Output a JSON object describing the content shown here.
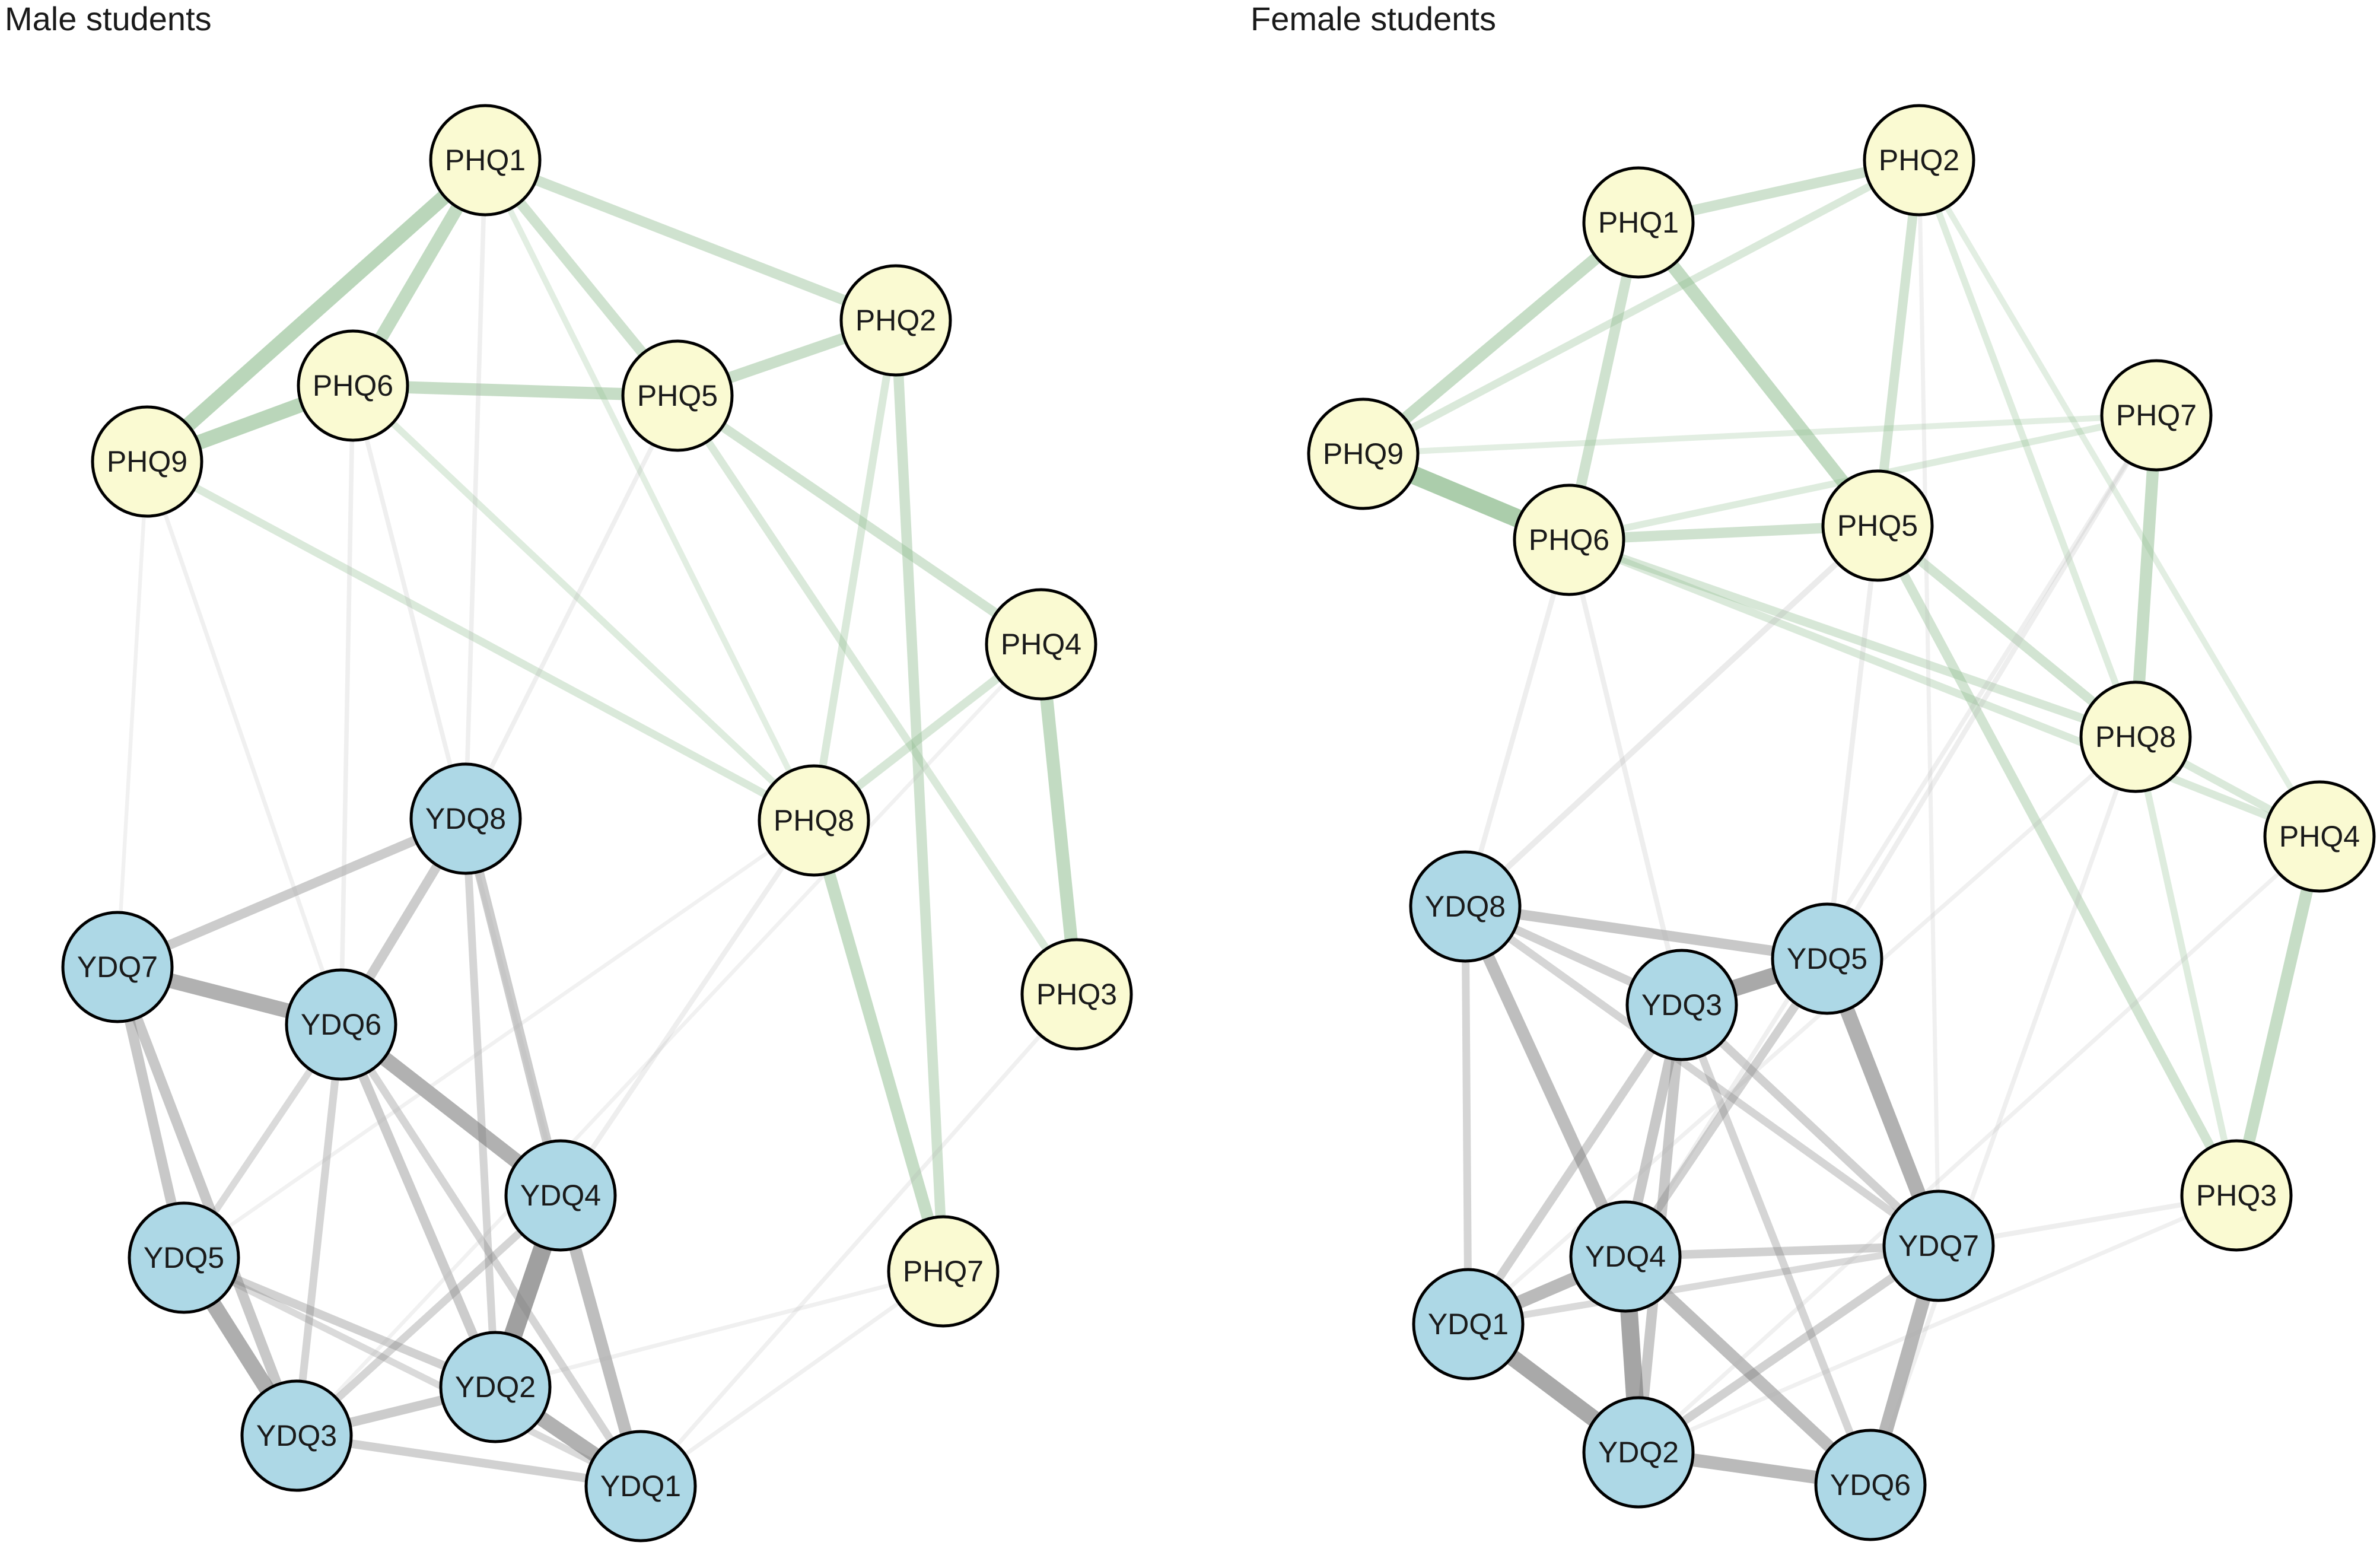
{
  "panels": [
    {
      "id": "male",
      "title": "Male students",
      "nodes": [
        {
          "id": "PHQ1",
          "label": "PHQ1",
          "group": "PHQ"
        },
        {
          "id": "PHQ2",
          "label": "PHQ2",
          "group": "PHQ"
        },
        {
          "id": "PHQ3",
          "label": "PHQ3",
          "group": "PHQ"
        },
        {
          "id": "PHQ4",
          "label": "PHQ4",
          "group": "PHQ"
        },
        {
          "id": "PHQ5",
          "label": "PHQ5",
          "group": "PHQ"
        },
        {
          "id": "PHQ6",
          "label": "PHQ6",
          "group": "PHQ"
        },
        {
          "id": "PHQ7",
          "label": "PHQ7",
          "group": "PHQ"
        },
        {
          "id": "PHQ8",
          "label": "PHQ8",
          "group": "PHQ"
        },
        {
          "id": "PHQ9",
          "label": "PHQ9",
          "group": "PHQ"
        },
        {
          "id": "YDQ1",
          "label": "YDQ1",
          "group": "YDQ"
        },
        {
          "id": "YDQ2",
          "label": "YDQ2",
          "group": "YDQ"
        },
        {
          "id": "YDQ3",
          "label": "YDQ3",
          "group": "YDQ"
        },
        {
          "id": "YDQ4",
          "label": "YDQ4",
          "group": "YDQ"
        },
        {
          "id": "YDQ5",
          "label": "YDQ5",
          "group": "YDQ"
        },
        {
          "id": "YDQ6",
          "label": "YDQ6",
          "group": "YDQ"
        },
        {
          "id": "YDQ7",
          "label": "YDQ7",
          "group": "YDQ"
        },
        {
          "id": "YDQ8",
          "label": "YDQ8",
          "group": "YDQ"
        }
      ],
      "edges": [
        {
          "source": "PHQ1",
          "target": "PHQ9",
          "weight": 0.7
        },
        {
          "source": "PHQ1",
          "target": "PHQ6",
          "weight": 0.6
        },
        {
          "source": "PHQ1",
          "target": "PHQ5",
          "weight": 0.45
        },
        {
          "source": "PHQ1",
          "target": "PHQ2",
          "weight": 0.45
        },
        {
          "source": "PHQ6",
          "target": "PHQ9",
          "weight": 0.7
        },
        {
          "source": "PHQ6",
          "target": "PHQ5",
          "weight": 0.55
        },
        {
          "source": "PHQ5",
          "target": "PHQ2",
          "weight": 0.5
        },
        {
          "source": "PHQ5",
          "target": "PHQ4",
          "weight": 0.4
        },
        {
          "source": "PHQ5",
          "target": "PHQ3",
          "weight": 0.3
        },
        {
          "source": "PHQ2",
          "target": "PHQ7",
          "weight": 0.45
        },
        {
          "source": "PHQ2",
          "target": "PHQ8",
          "weight": 0.3
        },
        {
          "source": "PHQ4",
          "target": "PHQ3",
          "weight": 0.6
        },
        {
          "source": "PHQ4",
          "target": "PHQ8",
          "weight": 0.35
        },
        {
          "source": "PHQ8",
          "target": "PHQ7",
          "weight": 0.55
        },
        {
          "source": "PHQ9",
          "target": "PHQ8",
          "weight": 0.3
        },
        {
          "source": "PHQ6",
          "target": "PHQ8",
          "weight": 0.25
        },
        {
          "source": "PHQ1",
          "target": "PHQ8",
          "weight": 0.2
        },
        {
          "source": "YDQ7",
          "target": "YDQ6",
          "weight": 0.7
        },
        {
          "source": "YDQ7",
          "target": "YDQ5",
          "weight": 0.45
        },
        {
          "source": "YDQ7",
          "target": "YDQ3",
          "weight": 0.45
        },
        {
          "source": "YDQ7",
          "target": "YDQ8",
          "weight": 0.4
        },
        {
          "source": "YDQ6",
          "target": "YDQ4",
          "weight": 0.7
        },
        {
          "source": "YDQ6",
          "target": "YDQ8",
          "weight": 0.4
        },
        {
          "source": "YDQ6",
          "target": "YDQ2",
          "weight": 0.4
        },
        {
          "source": "YDQ6",
          "target": "YDQ3",
          "weight": 0.3
        },
        {
          "source": "YDQ6",
          "target": "YDQ1",
          "weight": 0.3
        },
        {
          "source": "YDQ6",
          "target": "YDQ5",
          "weight": 0.25
        },
        {
          "source": "YDQ8",
          "target": "YDQ4",
          "weight": 0.4
        },
        {
          "source": "YDQ8",
          "target": "YDQ2",
          "weight": 0.3
        },
        {
          "source": "YDQ4",
          "target": "YDQ2",
          "weight": 0.9
        },
        {
          "source": "YDQ4",
          "target": "YDQ1",
          "weight": 0.55
        },
        {
          "source": "YDQ4",
          "target": "YDQ3",
          "weight": 0.3
        },
        {
          "source": "YDQ5",
          "target": "YDQ3",
          "weight": 0.75
        },
        {
          "source": "YDQ5",
          "target": "YDQ2",
          "weight": 0.35
        },
        {
          "source": "YDQ5",
          "target": "YDQ1",
          "weight": 0.25
        },
        {
          "source": "YDQ2",
          "target": "YDQ1",
          "weight": 0.7
        },
        {
          "source": "YDQ2",
          "target": "YDQ3",
          "weight": 0.4
        },
        {
          "source": "YDQ3",
          "target": "YDQ1",
          "weight": 0.35
        },
        {
          "source": "YDQ8",
          "target": "PHQ1",
          "weight": 0.12
        },
        {
          "source": "YDQ8",
          "target": "PHQ5",
          "weight": 0.12
        },
        {
          "source": "YDQ6",
          "target": "PHQ9",
          "weight": 0.1
        },
        {
          "source": "YDQ6",
          "target": "PHQ6",
          "weight": 0.12
        },
        {
          "source": "YDQ4",
          "target": "PHQ8",
          "weight": 0.15
        },
        {
          "source": "YDQ4",
          "target": "PHQ6",
          "weight": 0.12
        },
        {
          "source": "YDQ1",
          "target": "PHQ3",
          "weight": 0.1
        },
        {
          "source": "YDQ1",
          "target": "PHQ7",
          "weight": 0.1
        },
        {
          "source": "YDQ2",
          "target": "PHQ7",
          "weight": 0.1
        },
        {
          "source": "YDQ7",
          "target": "PHQ9",
          "weight": 0.08
        },
        {
          "source": "YDQ5",
          "target": "PHQ8",
          "weight": 0.08
        },
        {
          "source": "YDQ3",
          "target": "PHQ4",
          "weight": 0.08
        }
      ]
    },
    {
      "id": "female",
      "title": "Female students",
      "nodes": [
        {
          "id": "PHQ1",
          "label": "PHQ1",
          "group": "PHQ"
        },
        {
          "id": "PHQ2",
          "label": "PHQ2",
          "group": "PHQ"
        },
        {
          "id": "PHQ3",
          "label": "PHQ3",
          "group": "PHQ"
        },
        {
          "id": "PHQ4",
          "label": "PHQ4",
          "group": "PHQ"
        },
        {
          "id": "PHQ5",
          "label": "PHQ5",
          "group": "PHQ"
        },
        {
          "id": "PHQ6",
          "label": "PHQ6",
          "group": "PHQ"
        },
        {
          "id": "PHQ7",
          "label": "PHQ7",
          "group": "PHQ"
        },
        {
          "id": "PHQ8",
          "label": "PHQ8",
          "group": "PHQ"
        },
        {
          "id": "PHQ9",
          "label": "PHQ9",
          "group": "PHQ"
        },
        {
          "id": "YDQ1",
          "label": "YDQ1",
          "group": "YDQ"
        },
        {
          "id": "YDQ2",
          "label": "YDQ2",
          "group": "YDQ"
        },
        {
          "id": "YDQ3",
          "label": "YDQ3",
          "group": "YDQ"
        },
        {
          "id": "YDQ4",
          "label": "YDQ4",
          "group": "YDQ"
        },
        {
          "id": "YDQ5",
          "label": "YDQ5",
          "group": "YDQ"
        },
        {
          "id": "YDQ6",
          "label": "YDQ6",
          "group": "YDQ"
        },
        {
          "id": "YDQ7",
          "label": "YDQ7",
          "group": "YDQ"
        },
        {
          "id": "YDQ8",
          "label": "YDQ8",
          "group": "YDQ"
        }
      ],
      "edges": [
        {
          "source": "PHQ9",
          "target": "PHQ6",
          "weight": 0.9
        },
        {
          "source": "PHQ9",
          "target": "PHQ1",
          "weight": 0.55
        },
        {
          "source": "PHQ1",
          "target": "PHQ5",
          "weight": 0.6
        },
        {
          "source": "PHQ1",
          "target": "PHQ2",
          "weight": 0.45
        },
        {
          "source": "PHQ1",
          "target": "PHQ6",
          "weight": 0.45
        },
        {
          "source": "PHQ6",
          "target": "PHQ5",
          "weight": 0.45
        },
        {
          "source": "PHQ2",
          "target": "PHQ5",
          "weight": 0.4
        },
        {
          "source": "PHQ2",
          "target": "PHQ9",
          "weight": 0.3
        },
        {
          "source": "PHQ2",
          "target": "PHQ8",
          "weight": 0.25
        },
        {
          "source": "PHQ2",
          "target": "PHQ4",
          "weight": 0.2
        },
        {
          "source": "PHQ7",
          "target": "PHQ8",
          "weight": 0.55
        },
        {
          "source": "PHQ7",
          "target": "PHQ6",
          "weight": 0.25
        },
        {
          "source": "PHQ7",
          "target": "PHQ9",
          "weight": 0.2
        },
        {
          "source": "PHQ5",
          "target": "PHQ8",
          "weight": 0.4
        },
        {
          "source": "PHQ5",
          "target": "PHQ3",
          "weight": 0.4
        },
        {
          "source": "PHQ6",
          "target": "PHQ8",
          "weight": 0.35
        },
        {
          "source": "PHQ6",
          "target": "PHQ4",
          "weight": 0.3
        },
        {
          "source": "PHQ8",
          "target": "PHQ4",
          "weight": 0.3
        },
        {
          "source": "PHQ8",
          "target": "PHQ3",
          "weight": 0.25
        },
        {
          "source": "PHQ4",
          "target": "PHQ3",
          "weight": 0.55
        },
        {
          "source": "YDQ3",
          "target": "YDQ5",
          "weight": 0.8
        },
        {
          "source": "YDQ8",
          "target": "YDQ5",
          "weight": 0.45
        },
        {
          "source": "YDQ8",
          "target": "YDQ3",
          "weight": 0.35
        },
        {
          "source": "YDQ8",
          "target": "YDQ4",
          "weight": 0.55
        },
        {
          "source": "YDQ8",
          "target": "YDQ1",
          "weight": 0.3
        },
        {
          "source": "YDQ8",
          "target": "YDQ7",
          "weight": 0.3
        },
        {
          "source": "YDQ5",
          "target": "YDQ7",
          "weight": 0.7
        },
        {
          "source": "YDQ5",
          "target": "YDQ4",
          "weight": 0.35
        },
        {
          "source": "YDQ3",
          "target": "YDQ4",
          "weight": 0.45
        },
        {
          "source": "YDQ3",
          "target": "YDQ2",
          "weight": 0.45
        },
        {
          "source": "YDQ3",
          "target": "YDQ1",
          "weight": 0.35
        },
        {
          "source": "YDQ3",
          "target": "YDQ7",
          "weight": 0.35
        },
        {
          "source": "YDQ3",
          "target": "YDQ6",
          "weight": 0.3
        },
        {
          "source": "YDQ4",
          "target": "YDQ1",
          "weight": 0.6
        },
        {
          "source": "YDQ4",
          "target": "YDQ2",
          "weight": 0.85
        },
        {
          "source": "YDQ4",
          "target": "YDQ7",
          "weight": 0.35
        },
        {
          "source": "YDQ4",
          "target": "YDQ6",
          "weight": 0.55
        },
        {
          "source": "YDQ1",
          "target": "YDQ2",
          "weight": 0.8
        },
        {
          "source": "YDQ2",
          "target": "YDQ6",
          "weight": 0.6
        },
        {
          "source": "YDQ2",
          "target": "YDQ7",
          "weight": 0.35
        },
        {
          "source": "YDQ7",
          "target": "YDQ6",
          "weight": 0.65
        },
        {
          "source": "YDQ1",
          "target": "YDQ7",
          "weight": 0.25
        },
        {
          "source": "YDQ8",
          "target": "PHQ5",
          "weight": 0.2
        },
        {
          "source": "YDQ8",
          "target": "PHQ6",
          "weight": 0.15
        },
        {
          "source": "YDQ3",
          "target": "PHQ6",
          "weight": 0.15
        },
        {
          "source": "YDQ5",
          "target": "PHQ5",
          "weight": 0.15
        },
        {
          "source": "YDQ5",
          "target": "PHQ7",
          "weight": 0.15
        },
        {
          "source": "YDQ7",
          "target": "PHQ3",
          "weight": 0.15
        },
        {
          "source": "YDQ4",
          "target": "PHQ7",
          "weight": 0.12
        },
        {
          "source": "YDQ1",
          "target": "PHQ8",
          "weight": 0.1
        },
        {
          "source": "YDQ2",
          "target": "PHQ4",
          "weight": 0.1
        },
        {
          "source": "YDQ6",
          "target": "PHQ8",
          "weight": 0.12
        },
        {
          "source": "YDQ7",
          "target": "PHQ2",
          "weight": 0.1
        },
        {
          "source": "YDQ2",
          "target": "PHQ3",
          "weight": 0.1
        }
      ]
    }
  ],
  "colors": {
    "phq_node_fill": "#fafad2",
    "ydq_node_fill": "#add8e6",
    "node_stroke": "#000000",
    "phq_edge": "#8fbc8f",
    "ydq_edge": "#808080",
    "cross_edge": "#b0b0b0"
  }
}
